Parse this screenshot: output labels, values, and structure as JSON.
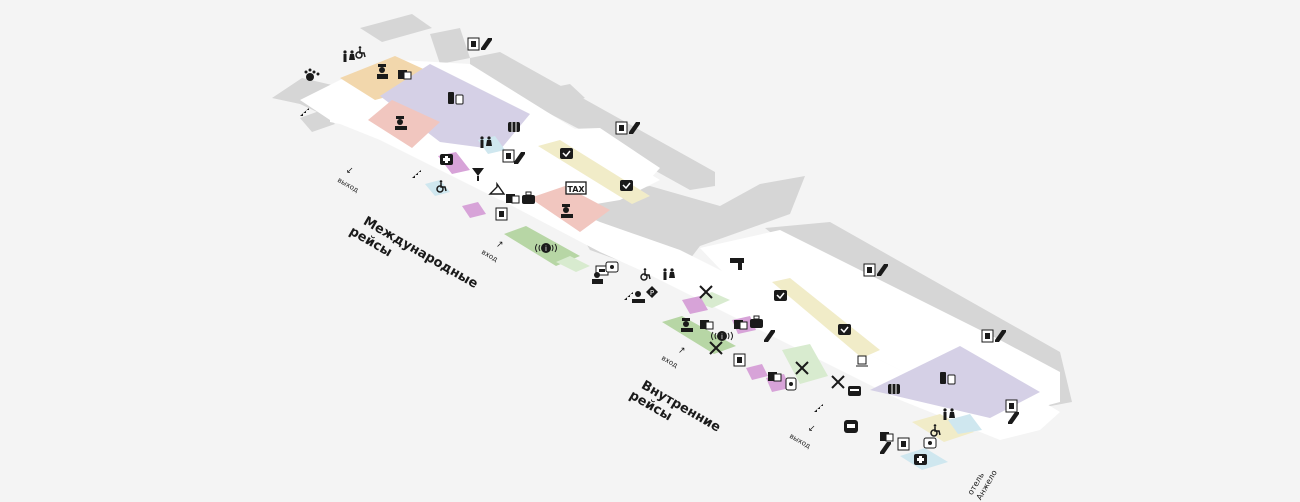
{
  "zones": {
    "international": [
      "Международные",
      "рейсы"
    ],
    "domestic": [
      "Внутренние",
      "рейсы"
    ]
  },
  "doors": {
    "exit_1": "выход",
    "entrance_1": "вход",
    "entrance_2": "вход",
    "exit_2": "выход"
  },
  "hotel": [
    "отель",
    "Анжело"
  ],
  "signs": {
    "taxi": "TAX"
  },
  "colors": {
    "background": "#f4f4f4",
    "floor": "#ffffff",
    "wall": "#d6d6d6",
    "orange_zone": "#f2d7ac",
    "purple_zone": "#d5d0e6",
    "red_zone": "#f1c6bf",
    "green_zone": "#b7d6a5",
    "light_green_zone": "#d8ebcf",
    "yellow_zone": "#f1ecc8",
    "blue_zone": "#cfe7ef",
    "magenta_zone": "#d7a3d8",
    "icon": "#1a1a1a"
  },
  "icons": [
    "restroom-icon",
    "accessible-icon",
    "pet-icon",
    "customs-officer-icon",
    "shopping-bag-icon",
    "passport-control-icon",
    "baggage-icon",
    "elevator-icon",
    "escalator-icon",
    "check-in-icon",
    "first-aid-icon",
    "pharmacy-icon",
    "cloakroom-icon",
    "suitcase-icon",
    "taxi-icon",
    "information-icon",
    "atm-icon",
    "parking-icon",
    "restaurant-icon",
    "security-icon",
    "baggage-cart-icon",
    "car-icon",
    "stairs-icon"
  ]
}
